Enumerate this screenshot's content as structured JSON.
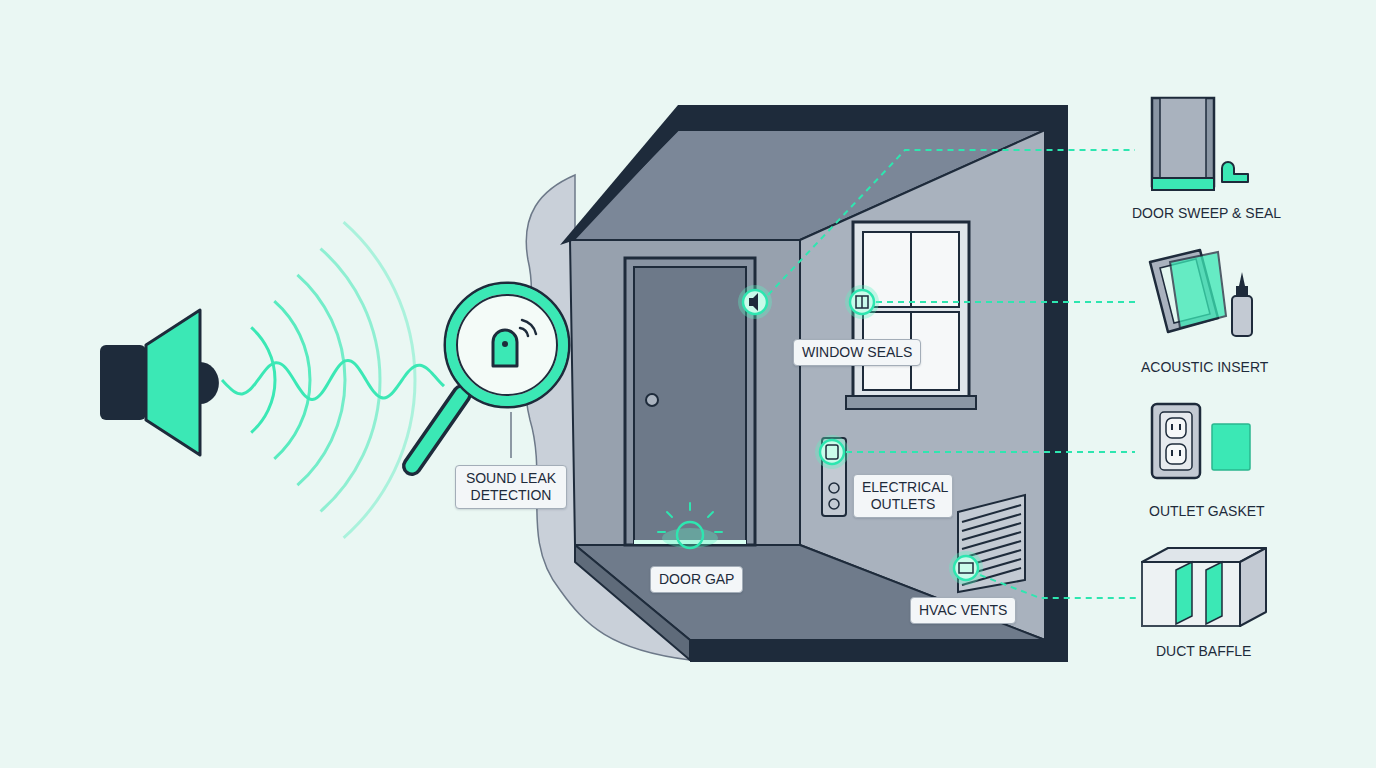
{
  "diagram": {
    "nodes": [
      {
        "text": [
          "SOUND LEAK DETECTION"
        ]
      },
      {
        "text": [
          "WINDOW SEALS"
        ]
      },
      {
        "text": [
          "ELECTRICAL OUTLETS"
        ]
      },
      {
        "text": [
          "DOOR GAP"
        ]
      },
      {
        "text": [
          "HVAC VENTS"
        ]
      }
    ],
    "labels": [
      "DOOR SWEEP & SEAL",
      "ACOUSTIC INSERT",
      "OUTLET GASKET",
      "DUCT BAFFLE"
    ]
  }
}
